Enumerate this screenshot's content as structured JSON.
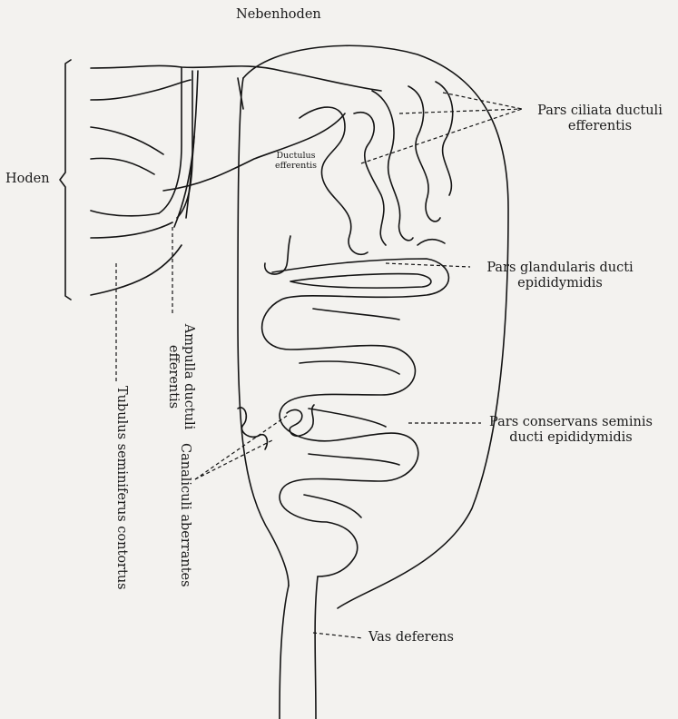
{
  "labels": {
    "nebenhoden": "Nebenhoden",
    "hoden": "Hoden",
    "pars_ciliata_1": "Pars ciliata ductuli",
    "pars_ciliata_2": "efferentis",
    "ductulus_1": "Ductulus",
    "ductulus_2": "efferentis",
    "pars_glandularis_1": "Pars glandularis ducti",
    "pars_glandularis_2": "epididymidis",
    "pars_conservans_1": "Pars conservans seminis",
    "pars_conservans_2": "ducti epididymidis",
    "vas_deferens": "Vas deferens",
    "ampulla_1": "Ampulla ductuli",
    "ampulla_2": "efferentis",
    "tubulus": "Tubulus seminiferus contortus",
    "canaliculi": "Canaliculi aberrantes"
  },
  "colors": {
    "ink": "#141414",
    "paper": "#f3f2ef"
  }
}
